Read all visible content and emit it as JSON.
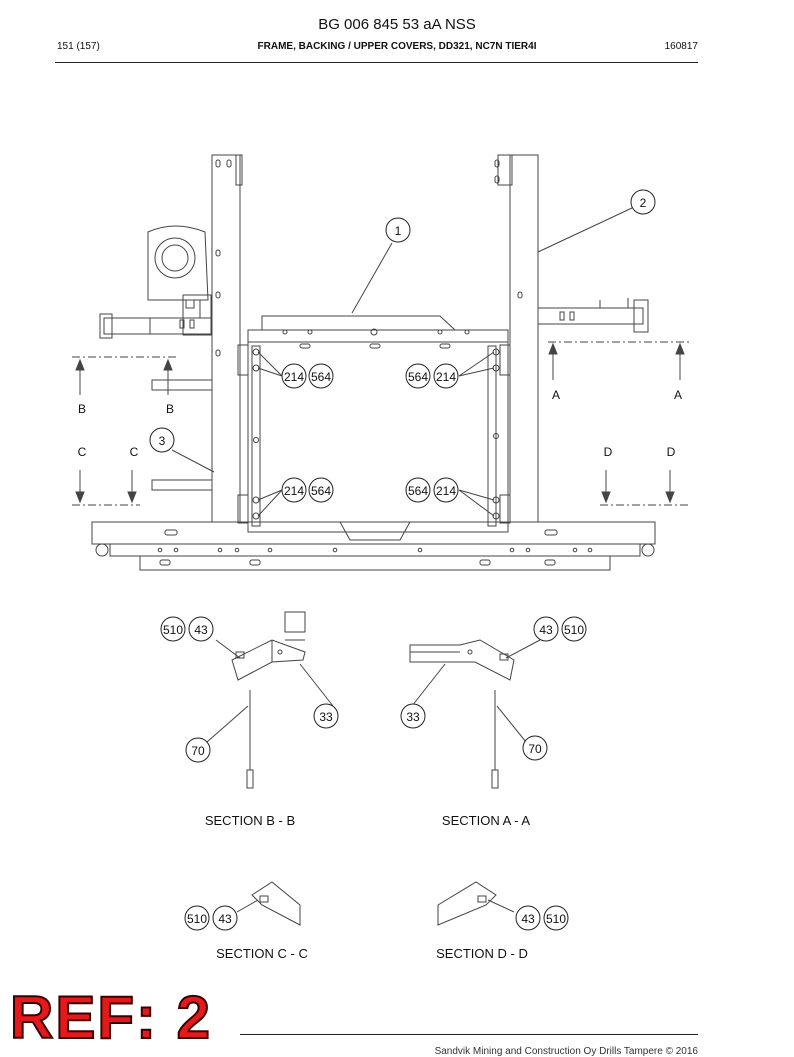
{
  "header": {
    "doc_id": "BG 006 845 53 aA NSS",
    "page": "151 (157)",
    "title": "FRAME, BACKING / UPPER COVERS, DD321, NC7N TIER4I",
    "date": "160817"
  },
  "callouts": {
    "c1": "1",
    "c2": "2",
    "c3": "3",
    "c214": "214",
    "c564": "564",
    "c510": "510",
    "c43": "43",
    "c33": "33",
    "c70": "70"
  },
  "section_markers": {
    "a": "A",
    "b": "B",
    "c": "C",
    "d": "D"
  },
  "section_titles": {
    "bb": "SECTION B - B",
    "aa": "SECTION A - A",
    "cc": "SECTION C - C",
    "dd": "SECTION D - D"
  },
  "reference": "REF: 2",
  "footer": "Sandvik Mining and Construction Oy Drills Tampere © 2016",
  "colors": {
    "line": "#444444",
    "ref_red": "#e3191b"
  }
}
